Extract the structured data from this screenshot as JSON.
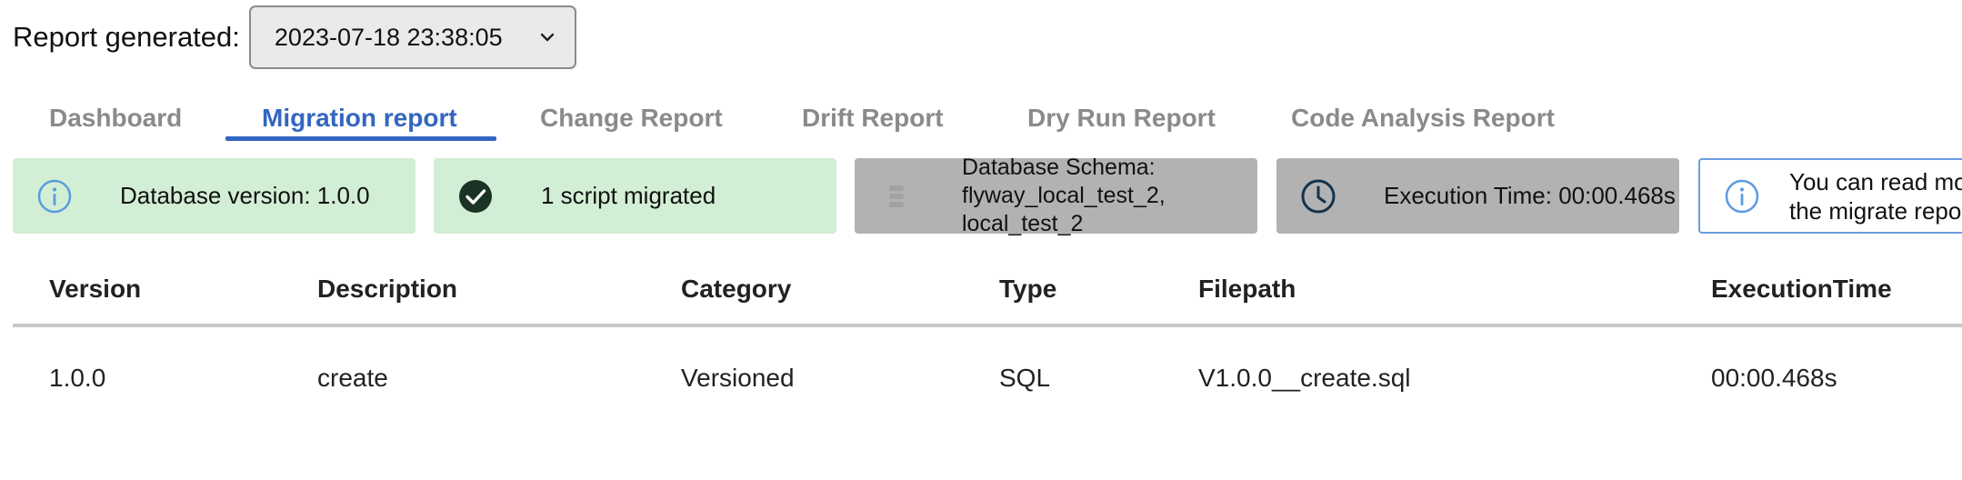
{
  "report": {
    "label": "Report generated:",
    "selected": "2023-07-18 23:38:05"
  },
  "tabs": [
    {
      "label": "Dashboard"
    },
    {
      "label": "Migration report"
    },
    {
      "label": "Change Report"
    },
    {
      "label": "Drift Report"
    },
    {
      "label": "Dry Run Report"
    },
    {
      "label": "Code Analysis Report"
    }
  ],
  "active_tab": "Migration report",
  "cards": {
    "version": {
      "text": "Database version: 1.0.0",
      "icon": "info-icon"
    },
    "migrated": {
      "text": "1 script migrated",
      "icon": "check-circle-icon"
    },
    "schema": {
      "line1": "Database Schema:",
      "line2": "flyway_local_test_2,",
      "line3": "local_test_2",
      "icon": "database-icon"
    },
    "exectime": {
      "text": "Execution Time: 00:00.468s",
      "icon": "clock-icon"
    },
    "readmore": {
      "line1": "You can read mor",
      "line2": "the migrate repor",
      "icon": "info-icon"
    }
  },
  "table": {
    "headers": [
      "Version",
      "Description",
      "Category",
      "Type",
      "Filepath",
      "ExecutionTime"
    ],
    "rows": [
      [
        "1.0.0",
        "create",
        "Versioned",
        "SQL",
        "V1.0.0__create.sql",
        "00:00.468s"
      ]
    ]
  },
  "colors": {
    "accent": "#3366c0",
    "success_bg": "#d2eed4",
    "neutral_bg": "#b2b2b2",
    "info_border": "#6a9ce0"
  }
}
